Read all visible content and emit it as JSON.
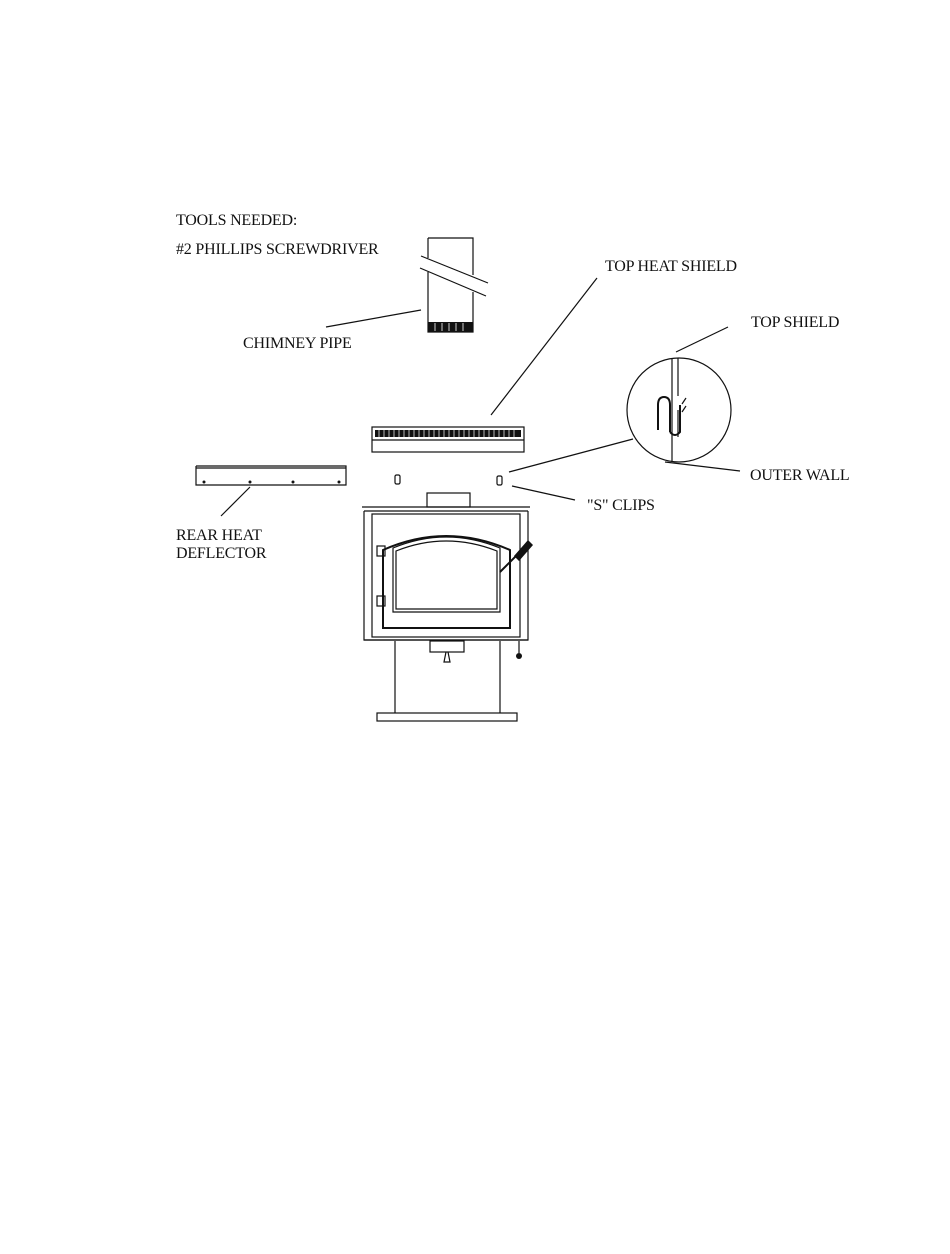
{
  "tools": {
    "heading": "TOOLS NEEDED:",
    "item": "#2 PHILLIPS SCREWDRIVER"
  },
  "labels": {
    "chimney_pipe": "CHIMNEY PIPE",
    "top_heat_shield": "TOP HEAT SHIELD",
    "top_shield": "TOP SHIELD",
    "outer_wall": "OUTER WALL",
    "s_clips": "\"S\" CLIPS",
    "rear_heat_deflector_line1": "REAR HEAT",
    "rear_heat_deflector_line2": "DEFLECTOR"
  },
  "colors": {
    "ink": "#111111",
    "paper": "#ffffff"
  }
}
